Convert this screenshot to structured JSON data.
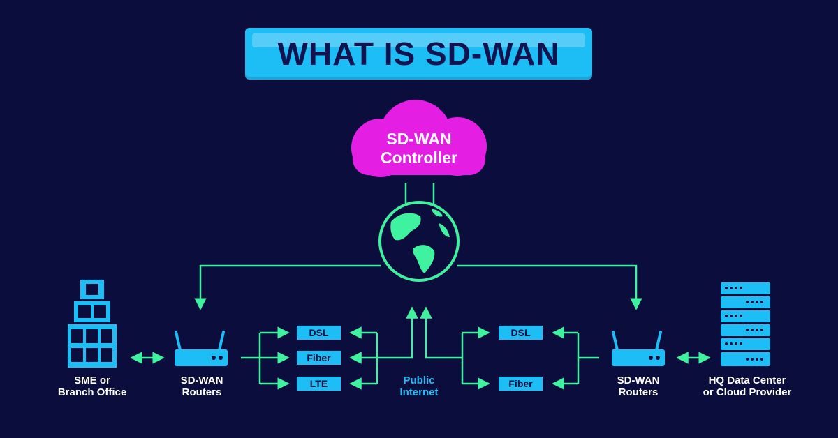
{
  "title": "WHAT IS SD-WAN",
  "controller": {
    "label": "SD-WAN\nController"
  },
  "left": {
    "office_label": "SME or\nBranch Office",
    "router_label": "SD-WAN\nRouters",
    "links": [
      "DSL",
      "Fiber",
      "LTE"
    ]
  },
  "center": {
    "internet_label": "Public\nInternet"
  },
  "right": {
    "router_label": "SD-WAN\nRouters",
    "datacenter_label": "HQ Data Center\nor Cloud Provider",
    "links": [
      "DSL",
      "Fiber"
    ]
  },
  "colors": {
    "background": "#0b0d3d",
    "accent_blue": "#1dbdf6",
    "accent_green": "#3ef2a0",
    "cloud_magenta": "#e41fe3"
  }
}
